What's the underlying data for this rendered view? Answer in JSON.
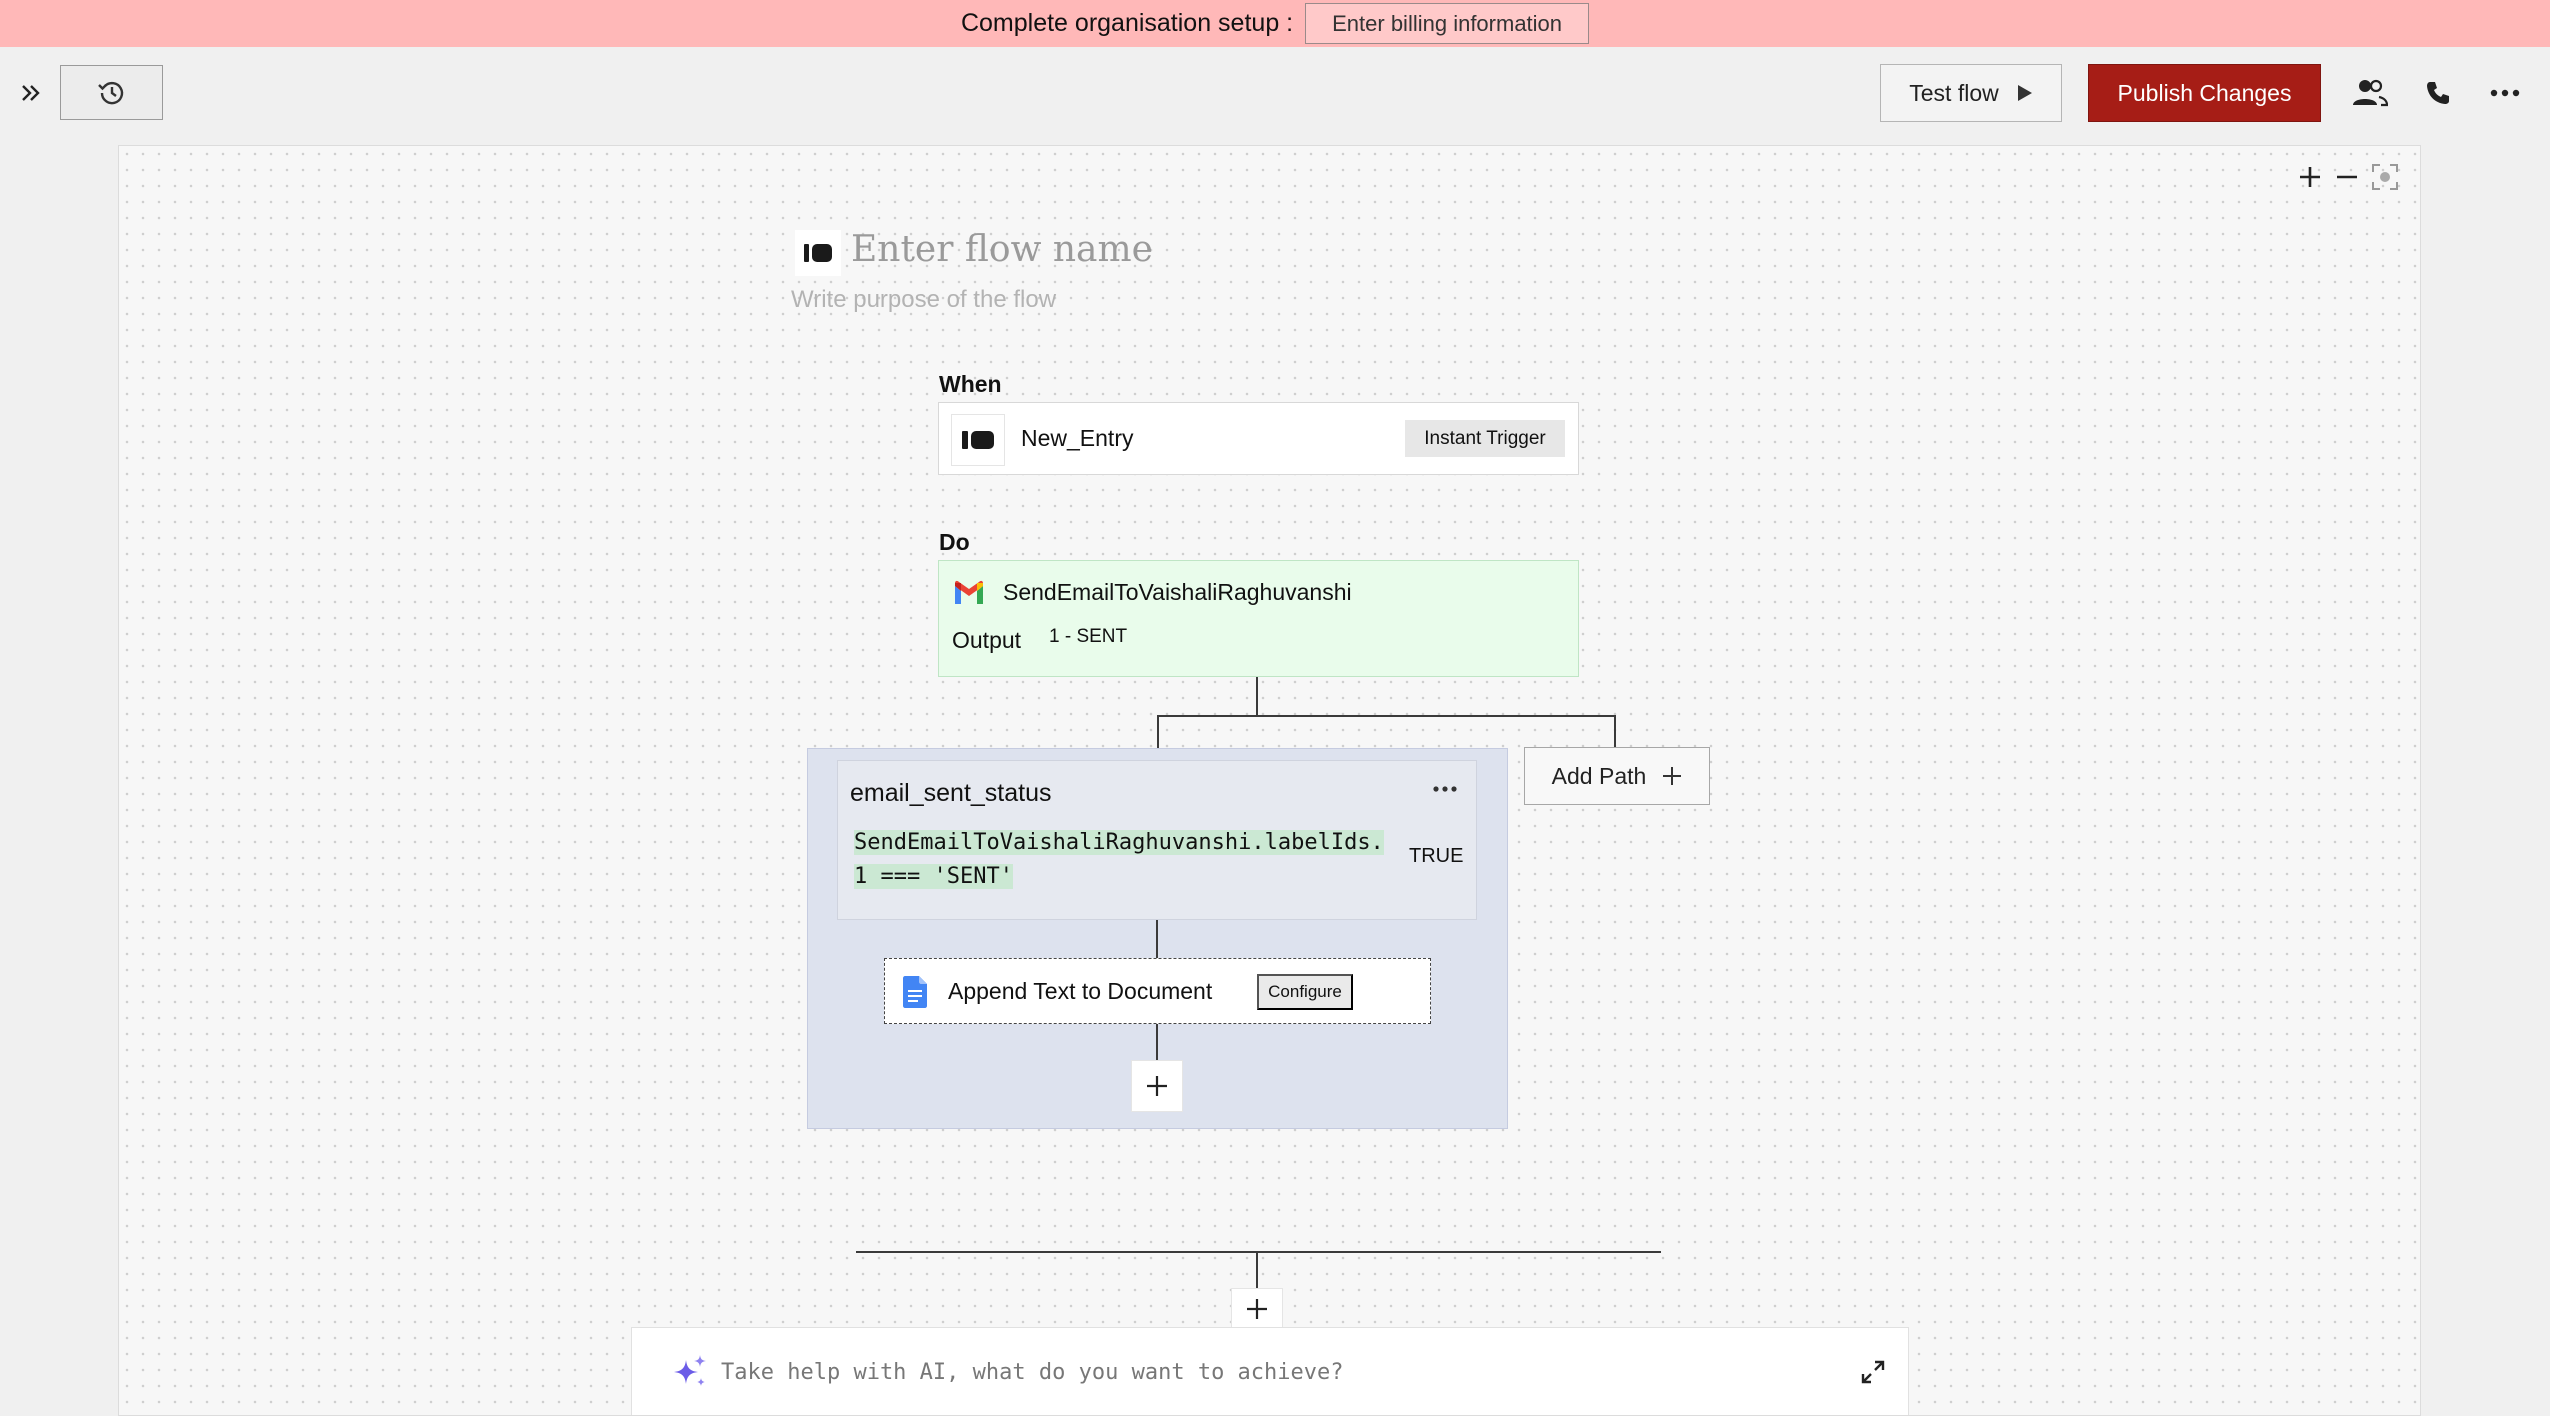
{
  "banner": {
    "text": "Complete organisation setup :",
    "button": "Enter billing information"
  },
  "toolbar": {
    "test_flow": "Test flow",
    "publish": "Publish Changes",
    "publish_color": "#a61d16"
  },
  "flow": {
    "name_placeholder": "Enter flow name",
    "purpose_placeholder": "Write purpose of the flow"
  },
  "trigger": {
    "section_label": "When",
    "name": "New_Entry",
    "badge": "Instant Trigger"
  },
  "action": {
    "section_label": "Do",
    "name": "SendEmailToVaishaliRaghuvanshi",
    "output_label": "Output",
    "output_value": "1 - SENT",
    "icon": "gmail-icon",
    "background": "#e9fceb"
  },
  "condition": {
    "title": "email_sent_status",
    "expression_line1": "SendEmailToVaishaliRaghuvanshi.labelIds.",
    "expression_line2": "1 === 'SENT'",
    "result": "TRUE"
  },
  "append": {
    "name": "Append Text to Document",
    "configure": "Configure",
    "icon": "google-docs-icon"
  },
  "add_path": "Add Path",
  "ai": {
    "placeholder": "Take help with AI, what do you want to achieve?",
    "icon": "sparkle-icon"
  }
}
